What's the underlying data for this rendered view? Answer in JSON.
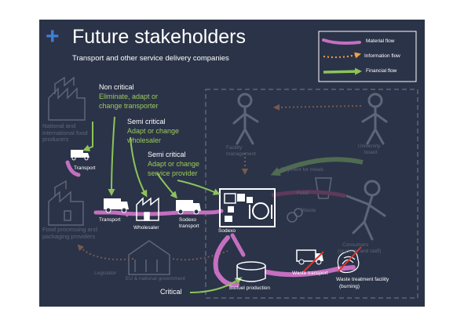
{
  "header": {
    "title": "Future stakeholders",
    "subtitle": "Transport and other service delivery companies"
  },
  "legend": {
    "material": "Material flow",
    "information": "Information flow",
    "financial": "Financial flow"
  },
  "annotations": {
    "non_critical": {
      "head": "Non critical",
      "line1": "Eliminate, adapt or",
      "line2": "change transporter"
    },
    "semi_critical_1": {
      "head": "Semi critical",
      "line1": "Adapt or change",
      "line2": "wholesaler"
    },
    "semi_critical_2": {
      "head": "Semi critical",
      "line1": "Adapt or change",
      "line2": "service provider"
    },
    "critical": "Critical"
  },
  "nodes": {
    "national_food_producers": "National and international food producers",
    "transport_top": "Transport",
    "food_processing": "Food processing and packaging providers",
    "transport": "Transport",
    "wholesaler": "Wholesaler",
    "sodexo_transport_1": "Sodexo",
    "sodexo_transport_2": "transport",
    "sodexo": "Sodexo",
    "facility_management_1": "Facility",
    "facility_management_2": "management",
    "university_board_1": "University",
    "university_board_2": "board",
    "payment_for_meals": "Payment for meals",
    "food": "Food",
    "waste": "Waste",
    "consumers_1": "Consumers",
    "consumers_2": "(students and staff)",
    "legislator": "Legislator",
    "eu_national_government": "EU & national government",
    "biofuel_production": "Biofuel production",
    "waste_transport": "Waste transport",
    "waste_treatment_1": "Waste treatment facility",
    "waste_treatment_2": "(burning)"
  },
  "colors": {
    "background": "#2b3348",
    "material_flow": "#c46fc0",
    "information_flow": "#f0a044",
    "financial_flow": "#8cc45a",
    "annotation_text": "#9ccb5a",
    "faded": "#5d6679",
    "plus": "#3f7fd6",
    "cross": "#e0322a"
  }
}
